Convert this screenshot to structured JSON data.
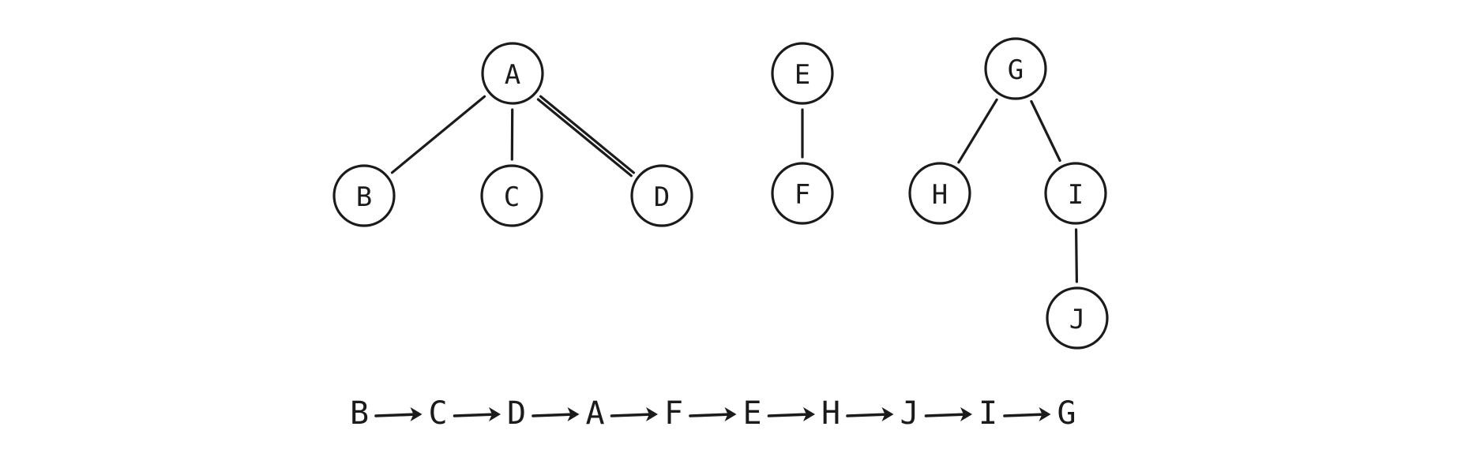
{
  "trees": {
    "nodes": [
      {
        "id": "A",
        "label": "A"
      },
      {
        "id": "B",
        "label": "B"
      },
      {
        "id": "C",
        "label": "C"
      },
      {
        "id": "D",
        "label": "D"
      },
      {
        "id": "E",
        "label": "E"
      },
      {
        "id": "F",
        "label": "F"
      },
      {
        "id": "G",
        "label": "G"
      },
      {
        "id": "H",
        "label": "H"
      },
      {
        "id": "I",
        "label": "I"
      },
      {
        "id": "J",
        "label": "J"
      }
    ],
    "edges": [
      {
        "from": "A",
        "to": "B"
      },
      {
        "from": "A",
        "to": "C"
      },
      {
        "from": "A",
        "to": "D"
      },
      {
        "from": "E",
        "to": "F"
      },
      {
        "from": "G",
        "to": "H"
      },
      {
        "from": "G",
        "to": "I"
      },
      {
        "from": "I",
        "to": "J"
      }
    ]
  },
  "sequence": [
    "B",
    "C",
    "D",
    "A",
    "F",
    "E",
    "H",
    "J",
    "I",
    "G"
  ]
}
